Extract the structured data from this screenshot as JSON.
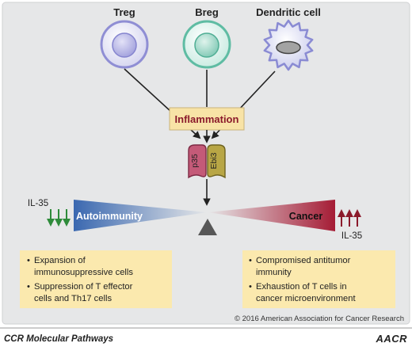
{
  "cells": {
    "treg": "Treg",
    "breg": "Breg",
    "dendritic": "Dendritic cell"
  },
  "center": {
    "inflammation": "Inflammation",
    "subunit_left": "p35",
    "subunit_right": "Ebi3"
  },
  "balance": {
    "left_label": "Autoimmunity",
    "right_label": "Cancer",
    "left_cytokine": "IL-35",
    "right_cytokine": "IL-35"
  },
  "left_box": {
    "items": [
      [
        "Expansion of",
        "immunosuppressive cells"
      ],
      [
        "Suppression of T effector",
        "cells and Th17 cells"
      ]
    ]
  },
  "right_box": {
    "items": [
      [
        "Compromised antitumor",
        "immunity"
      ],
      [
        "Exhaustion of T cells in",
        "cancer microenvironment"
      ]
    ]
  },
  "copyright": "© 2016 American Association for Cancer Research",
  "footer": {
    "title": "CCR Molecular Pathways",
    "logo": "AACR"
  },
  "colors": {
    "panel_bg": "#e6e7e8",
    "treg_cell": "#b8b7e6",
    "breg_cell": "#93d3c3",
    "dc_cell": "#b5b6e3",
    "inflammation_fill": "#f8e3a6",
    "inflammation_text": "#8b1a2b",
    "p35": "#c45a78",
    "ebi3": "#b8a645",
    "autoimmunity_blue": "#3f6fb6",
    "cancer_red": "#9e1b32",
    "down_arrows": "#2e8b3a",
    "up_arrows": "#8b1a2b",
    "box_fill": "#fbe9ae"
  }
}
